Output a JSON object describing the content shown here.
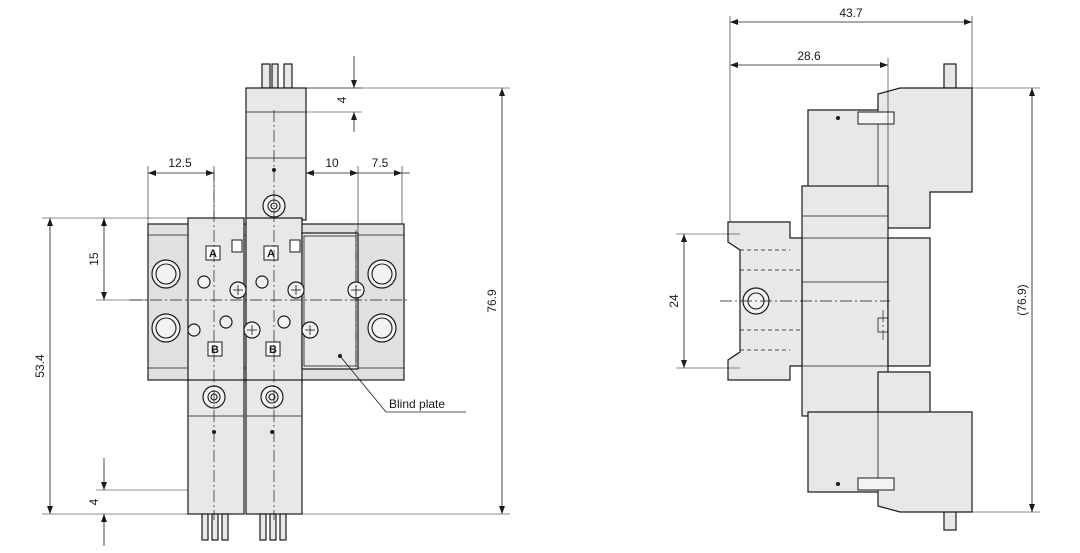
{
  "front_view": {
    "dimensions": {
      "top_protrusion": "4",
      "bottom_protrusion": "4",
      "port_left_offset": "12.5",
      "solenoid_gap": "10",
      "plate_offset": "7.5",
      "port_height": "15",
      "base_height": "53.4",
      "overall_height": "76.9"
    },
    "port_labels": [
      "A",
      "A",
      "B",
      "B"
    ],
    "callout": "Blind plate"
  },
  "side_view": {
    "dimensions": {
      "overall_width": "43.7",
      "body_width": "28.6",
      "port_spacing": "24",
      "overall_height": "(76.9)"
    }
  }
}
